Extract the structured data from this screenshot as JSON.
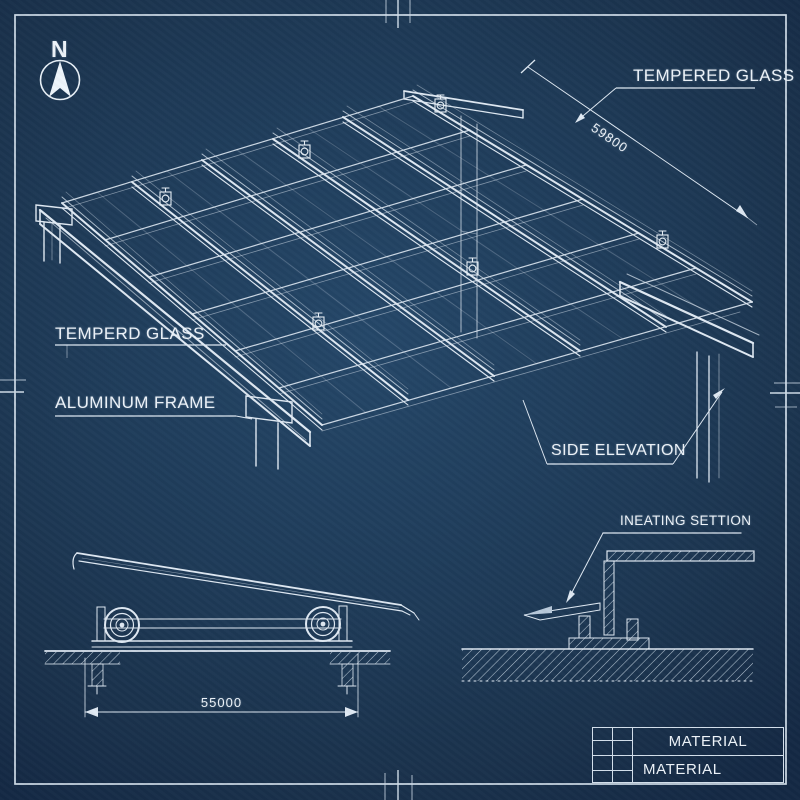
{
  "sheet": {
    "background": "#1e3a57",
    "line_color": "#dfe9f3",
    "text_color": "#edf3f9",
    "drawing_type": "glass canopy blueprint"
  },
  "compass": {
    "label": "N"
  },
  "annotations": {
    "tempered_glass": "TEMPERED GLASS",
    "roof_dimension": "59800",
    "temperd_glass": "TEMPERD GLASS",
    "aluminum_frame": "ALUMINUM FRAME",
    "side_elevation": "SIDE ELEVATION"
  },
  "section": {
    "width_dimension": "55000"
  },
  "heating": {
    "label": "INEATING SETTION"
  },
  "title_block": {
    "row1": "MATERIAL",
    "row2": "MATERIAL"
  }
}
